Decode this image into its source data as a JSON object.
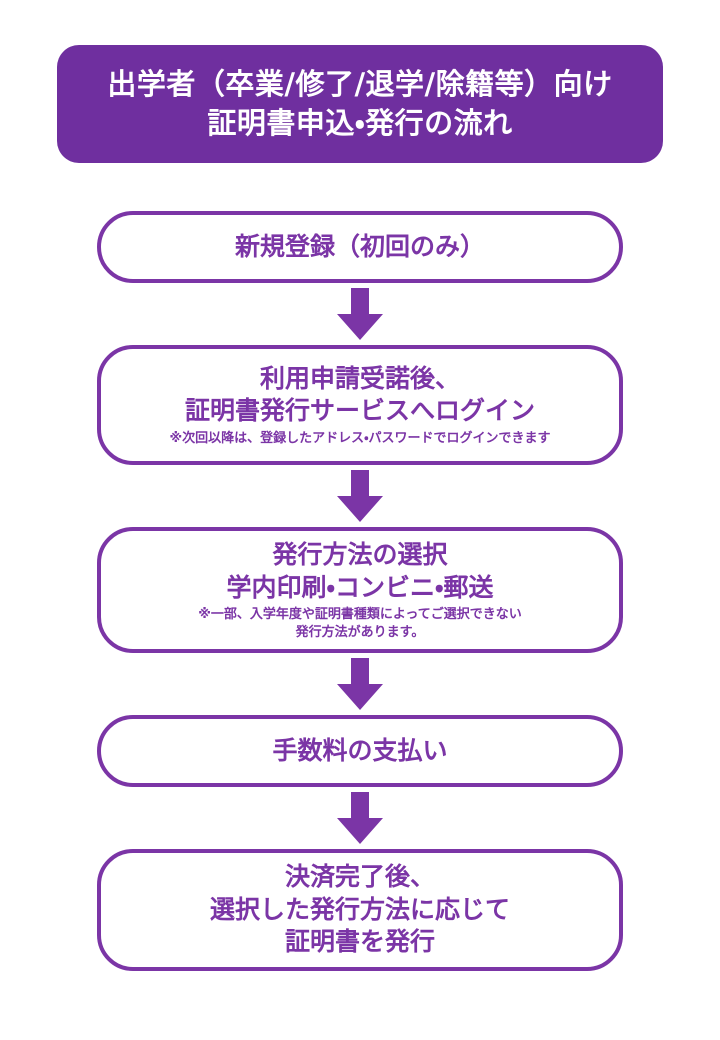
{
  "header": {
    "lines": [
      "出学者（卒業/修了/退学/除籍等）向け",
      "証明書申込・発行の流れ"
    ],
    "background_color": "#6F2F9F",
    "text_color": "#FFFFFF"
  },
  "theme": {
    "accent_color": "#7B35A6",
    "box_border_color": "#7B35A6",
    "box_background_color": "#FFFFFF",
    "arrow_color": "#7B35A6",
    "page_background_color": "#FFFFFF"
  },
  "flow": {
    "steps": [
      {
        "index": 1,
        "lines": [
          "新規登録（初回のみ）"
        ],
        "notes": []
      },
      {
        "index": 2,
        "lines": [
          "利用申請受諾後、",
          "証明書発行サービスへログイン"
        ],
        "notes": [
          "※次回以降は、登録したアドレス・パスワードでログインできます"
        ]
      },
      {
        "index": 3,
        "lines": [
          "発行方法の選択",
          "学内印刷・コンビニ・郵送"
        ],
        "notes": [
          "※一部、入学年度や証明書種類によってご選択できない",
          "発行方法があります。"
        ]
      },
      {
        "index": 4,
        "lines": [
          "手数料の支払い"
        ],
        "notes": []
      },
      {
        "index": 5,
        "lines": [
          "決済完了後、",
          "選択した発行方法に応じて",
          "証明書を発行"
        ],
        "notes": []
      }
    ],
    "connectors": [
      {
        "icon": "down-arrow-icon",
        "from_step": 1,
        "to_step": 2
      },
      {
        "icon": "down-arrow-icon",
        "from_step": 2,
        "to_step": 3
      },
      {
        "icon": "down-arrow-icon",
        "from_step": 3,
        "to_step": 4
      },
      {
        "icon": "down-arrow-icon",
        "from_step": 4,
        "to_step": 5
      }
    ]
  }
}
